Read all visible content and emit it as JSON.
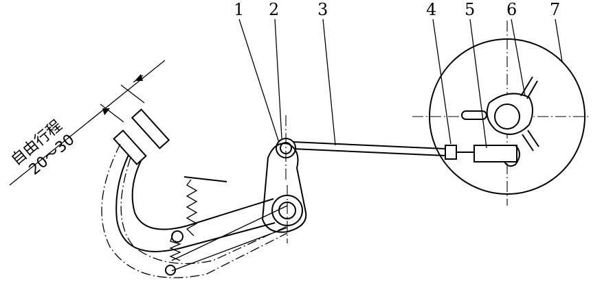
{
  "labels": {
    "p1": "1",
    "p2": "2",
    "p3": "3",
    "p4": "4",
    "p5": "5",
    "p6": "6",
    "p7": "7"
  },
  "dimension": {
    "line1": "自由行程",
    "line2": "20～30"
  }
}
